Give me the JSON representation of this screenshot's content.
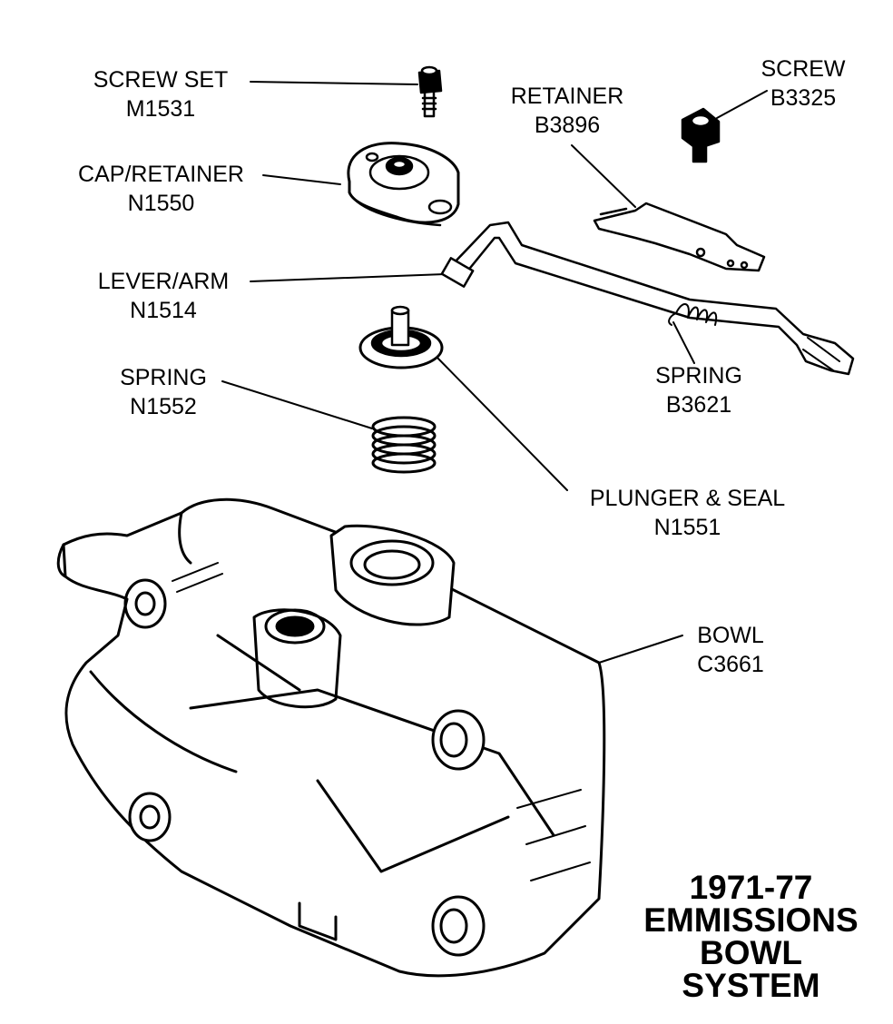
{
  "parts": [
    {
      "id": "screw-set",
      "name": "SCREW SET",
      "code": "M1531"
    },
    {
      "id": "screw",
      "name": "SCREW",
      "code": "B3325"
    },
    {
      "id": "retainer",
      "name": "RETAINER",
      "code": "B3896"
    },
    {
      "id": "cap-retainer",
      "name": "CAP/RETAINER",
      "code": "N1550"
    },
    {
      "id": "lever-arm",
      "name": "LEVER/ARM",
      "code": "N1514"
    },
    {
      "id": "spring-small",
      "name": "SPRING",
      "code": "N1552"
    },
    {
      "id": "spring-lever",
      "name": "SPRING",
      "code": "B3621"
    },
    {
      "id": "plunger-seal",
      "name": "PLUNGER & SEAL",
      "code": "N1551"
    },
    {
      "id": "bowl",
      "name": "BOWL",
      "code": "C3661"
    }
  ],
  "title": [
    "1971-77",
    "EMMISSIONS",
    "BOWL",
    "SYSTEM"
  ]
}
